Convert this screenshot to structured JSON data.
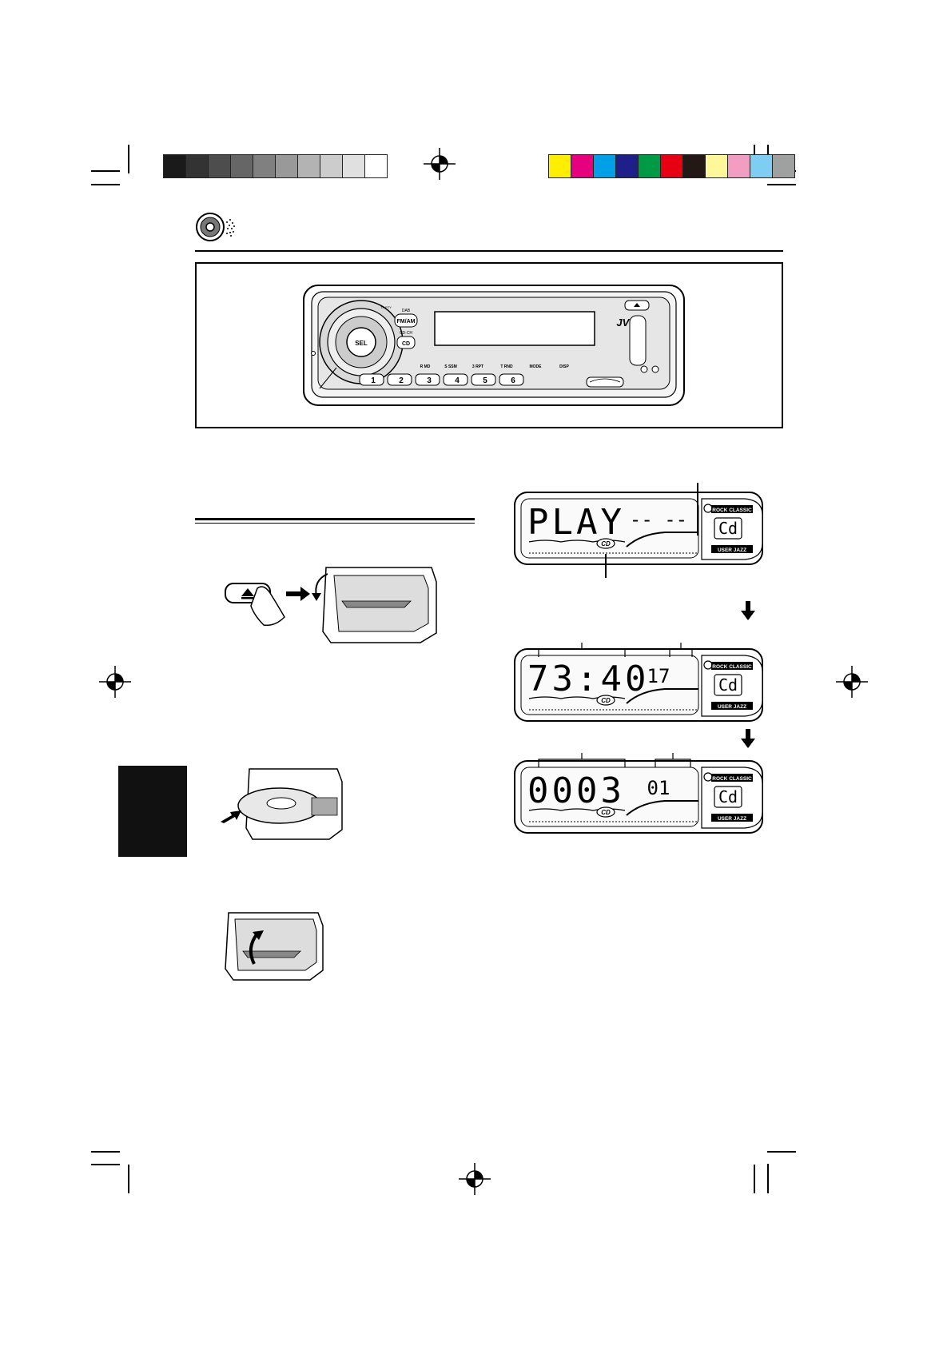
{
  "colors": {
    "gray_bar": [
      "#1a1a1a",
      "#333333",
      "#4d4d4d",
      "#666666",
      "#808080",
      "#999999",
      "#b3b3b3",
      "#cccccc",
      "#e0e0e0",
      "#ffffff"
    ],
    "color_bar": [
      "#ffee00",
      "#e6007e",
      "#00a0e9",
      "#1d2088",
      "#009944",
      "#e60012",
      "#231815",
      "#fff799",
      "#f19ec2",
      "#7ecef4",
      "#9fa0a0"
    ]
  },
  "icons": {
    "section": "cd-disc-icon"
  },
  "head_unit": {
    "brand": "JVC",
    "select_label": "SEL",
    "fm_am_label": "FM/AM",
    "cd_label": "CD",
    "cd_ch_label": "CD-CH",
    "dab_label": "DAB",
    "tp_label": "TP PTY",
    "labels_row": [
      "R MD",
      "S SSM",
      "3 RPT",
      "T RND",
      "MODE",
      "DISP"
    ],
    "presets": [
      "1",
      "2",
      "3",
      "4",
      "5",
      "6"
    ]
  },
  "displays": [
    {
      "main": "PLAY",
      "mid": "-- --",
      "source": "Cd",
      "eq_top": "ROCK CLASSIC",
      "eq_bottom": "USER JAZZ",
      "badge": "CD"
    },
    {
      "main": "73:40",
      "mid": "17",
      "source": "Cd",
      "eq_top": "ROCK CLASSIC",
      "eq_bottom": "USER JAZZ",
      "badge": "CD"
    },
    {
      "main": "0003",
      "mid": "01",
      "source": "Cd",
      "eq_top": "ROCK CLASSIC",
      "eq_bottom": "USER JAZZ",
      "badge": "CD"
    }
  ]
}
